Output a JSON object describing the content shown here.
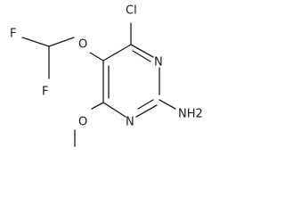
{
  "atoms": {
    "chlorine": "Cl",
    "n_ring_top": "N",
    "n_ring_bottom": "N",
    "amine": "NH2",
    "oxygen_ether": "O",
    "oxygen_methoxy": "O",
    "fluorine_top": "F",
    "fluorine_bottom": "F"
  }
}
